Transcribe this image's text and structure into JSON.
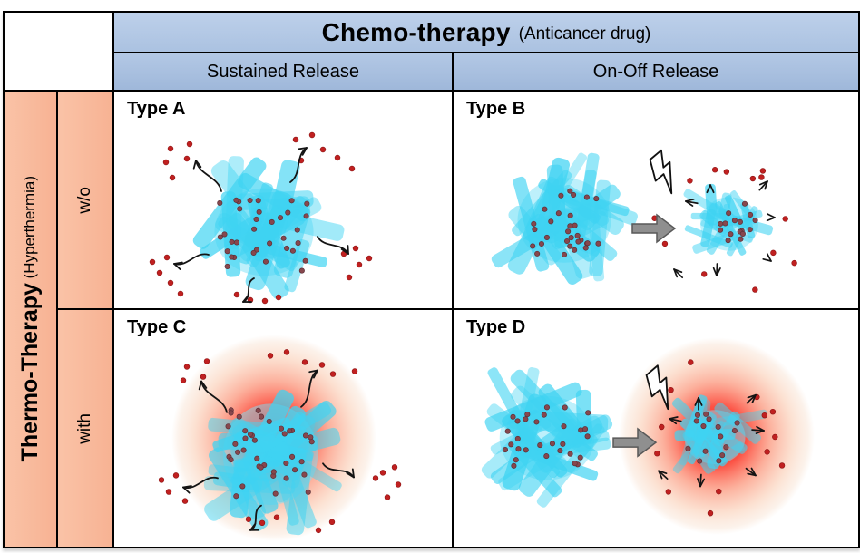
{
  "header": {
    "title": "Chemo-therapy",
    "subtitle": "(Anticancer drug)",
    "columns": [
      "Sustained Release",
      "On-Off Release"
    ]
  },
  "sidebar": {
    "title": "Thermo-Therapy",
    "subtitle": "(Hyperthermia)",
    "rows": [
      "w/o",
      "with"
    ]
  },
  "cells": [
    {
      "label": "Type A",
      "row": "w/o",
      "column": "Sustained Release",
      "has_heat_glow": false,
      "has_stimulus_bolt": false,
      "release": "sustained wavy-arrow release"
    },
    {
      "label": "Type B",
      "row": "w/o",
      "column": "On-Off Release",
      "has_heat_glow": false,
      "has_stimulus_bolt": true,
      "release": "burst release after stimulus shrinks gel"
    },
    {
      "label": "Type C",
      "row": "with",
      "column": "Sustained Release",
      "has_heat_glow": true,
      "has_stimulus_bolt": false,
      "release": "sustained wavy-arrow release inside heat glow"
    },
    {
      "label": "Type D",
      "row": "with",
      "column": "On-Off Release",
      "has_heat_glow": true,
      "has_stimulus_bolt": true,
      "release": "burst release inside heat glow after stimulus"
    }
  ],
  "icons": {
    "lightning_bolt": "external stimulus trigger",
    "block_arrow": "state transition",
    "wavy_arrow": "sustained drug release",
    "chevron_arrow": "burst drug release",
    "red_dot": "anticancer drug molecule",
    "cyan_mesh": "nanogel carrier",
    "red_glow": "hyperthermia heat zone"
  },
  "colors": {
    "header_bg": "#b4c8e4",
    "sidebar_bg": "#f9bc9e",
    "gel_cyan": "#3fd3f2",
    "drug_dot_red": "#c02020",
    "loaded_dot": "#87474d",
    "heat_center": "#ff0d0d",
    "block_arrow_gray": "#8f8f8f",
    "border": "#000000"
  }
}
